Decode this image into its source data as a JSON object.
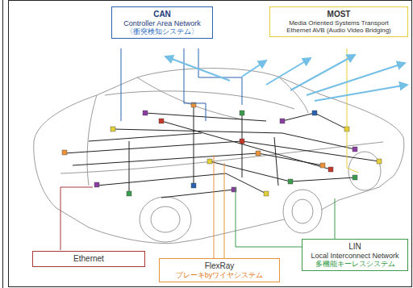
{
  "diagram": {
    "nodes": [
      {
        "text": [
          "CAN",
          "Controller Area Network",
          "〈衝突検知システム〉"
        ]
      },
      {
        "text": [
          "MOST",
          "Media Oriented Systems Transport",
          "Ethernet AVB (Audio Video Bridging)"
        ]
      },
      {
        "text": [
          "Ethernet"
        ]
      },
      {
        "text": [
          "FlexRay",
          "ブレーキbyワイヤシステム"
        ]
      },
      {
        "text": [
          "LIN",
          "Local Interconnect Network",
          "多機能キーレスシステム"
        ]
      }
    ]
  }
}
